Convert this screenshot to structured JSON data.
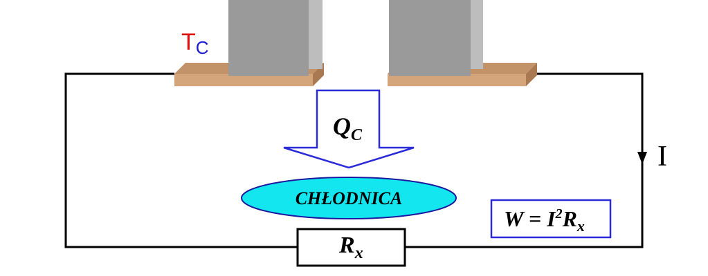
{
  "labels": {
    "tc_main": "T",
    "tc_sub": "C",
    "q_main": "Q",
    "q_sub": "C",
    "cooler": "CHŁODNICA",
    "current": "I",
    "resistor_main": "R",
    "resistor_sub": "x",
    "formula_w": "W = I",
    "formula_exp": "2",
    "formula_r": "R",
    "formula_sub": "x"
  },
  "colors": {
    "wire": "#000000",
    "pillar": "#9a9a9a",
    "pillar_side": "#b8b8b8",
    "plate_top": "#c29268",
    "plate_front": "#d4a57b",
    "arrow_stroke": "#2a2ad8",
    "ellipse_fill": "#14e6ef",
    "ellipse_stroke": "#1a1aa0",
    "formula_box_stroke": "#2a2ad8",
    "tc_main": "#e01010",
    "tc_sub": "#1a1ad0"
  }
}
